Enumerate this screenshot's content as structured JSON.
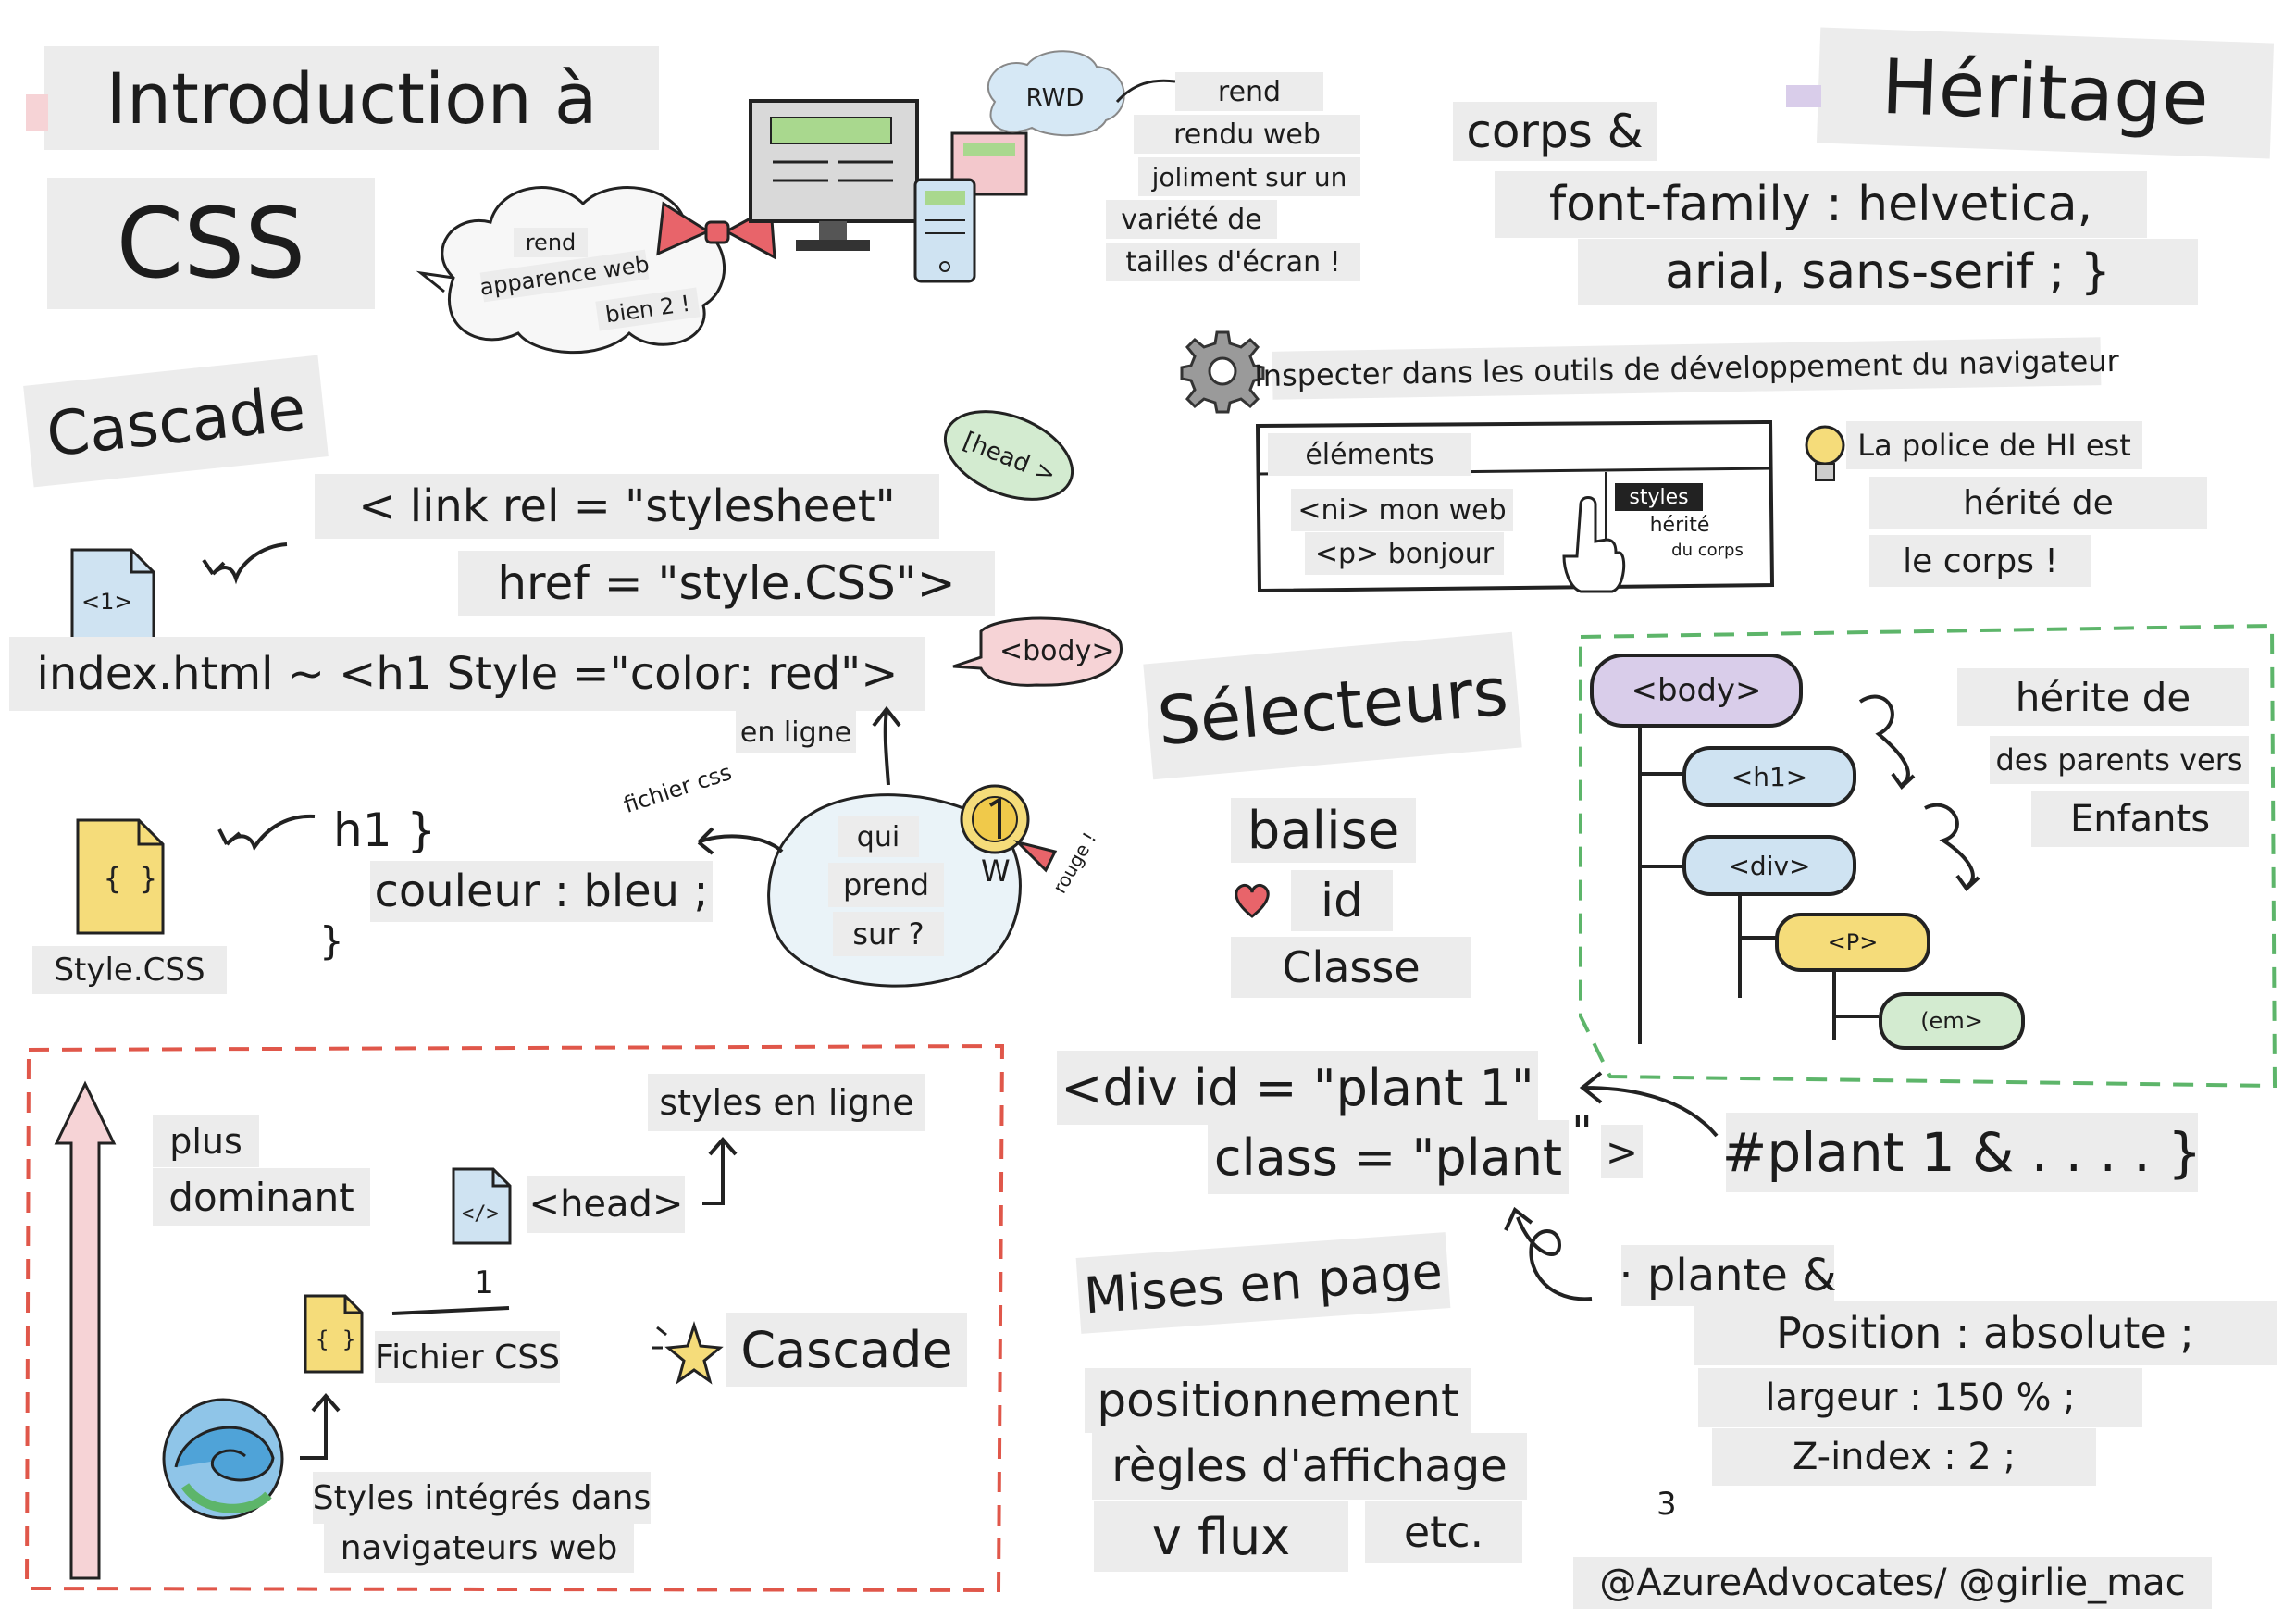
{
  "title": {
    "line1": "Introduction à",
    "line2": "CSS"
  },
  "cloud": {
    "l1": "rend",
    "l2": "apparence web",
    "l3": "bien 2 !"
  },
  "rwd": {
    "badge": "RWD",
    "l1": "rend",
    "l2": "rendu web",
    "l3": "joliment sur un",
    "l4": "variété de",
    "l5": "tailles d'écran !"
  },
  "heritage": {
    "title": "Héritage",
    "l1": "corps &",
    "l2": "font-family : helvetica,",
    "l3": "arial, sans-serif ; }"
  },
  "inspect": {
    "text": "Inspecter dans les outils de développement du navigateur",
    "panel_tab": "éléments",
    "row1": "<ni> mon web",
    "row2": "<p> bonjour",
    "side_tab": "styles",
    "side1": "hérité",
    "side2": "du corps"
  },
  "police": {
    "l1": "La police de HI est",
    "l2": "hérité de",
    "l3": "le corps !"
  },
  "cascade": {
    "title": "Cascade",
    "link1": "< link rel = \"stylesheet\"",
    "link2": "href = \"style.CSS\">",
    "file1_label": "<1>",
    "inline": "index.html ~ <h1 Style =\"color: red\">",
    "head_bubble": "[head >",
    "body_bubble": "<body>",
    "en_ligne": "en ligne",
    "fichier_css": "fichier css",
    "blob1": "qui",
    "blob2": "prend",
    "blob3": "sur ?",
    "medal_w": "W",
    "rouge": "rouge !",
    "file2_label": "Style.CSS",
    "rule1": "h1 }",
    "rule2": "couleur : bleu ;",
    "rule3": "}"
  },
  "selectors": {
    "title": "Sélecteurs",
    "i1": "balise",
    "i2": "id",
    "i3": "Classe"
  },
  "tree": {
    "n1": "<body>",
    "n2": "<h1>",
    "n3": "<div>",
    "n4": "<P>",
    "n5": "(em>",
    "l1": "hérite de",
    "l2": "des parents vers",
    "l3": "Enfants"
  },
  "dominance": {
    "l1": "plus",
    "l2": "dominant",
    "styles_ligne": "styles en ligne",
    "head": "<head>",
    "one": "1",
    "fichier": "Fichier CSS",
    "cascade": "Cascade",
    "b1": "Styles intégrés dans",
    "b2": "navigateurs web"
  },
  "div_example": {
    "l1": "<div id = \"plant 1\"",
    "l2": "class = \"plant",
    "quote": "\"",
    "gt": ">",
    "rule": "#plant 1 & . . . . }"
  },
  "layout": {
    "title": "Mises en page",
    "i1": "positionnement",
    "i2": "règles d'affichage",
    "i3": "v flux",
    "i4": "etc."
  },
  "plante": {
    "l1": "· plante &",
    "l2": "Position : absolute ;",
    "l3": "largeur : 150 % ;",
    "l4": "Z-index : 2 ;",
    "three": "3"
  },
  "credit": "@AzureAdvocates/ @girlie_mac",
  "colors": {
    "tag_bg": "#ececec",
    "pink": "#f6d3d6",
    "red_dash": "#e0574a",
    "green_dash": "#5db56a",
    "blue_node": "#cfe3f2",
    "yellow_node": "#f5dc7a",
    "green_node": "#d3ebd0",
    "purple_node": "#d9cdea"
  }
}
